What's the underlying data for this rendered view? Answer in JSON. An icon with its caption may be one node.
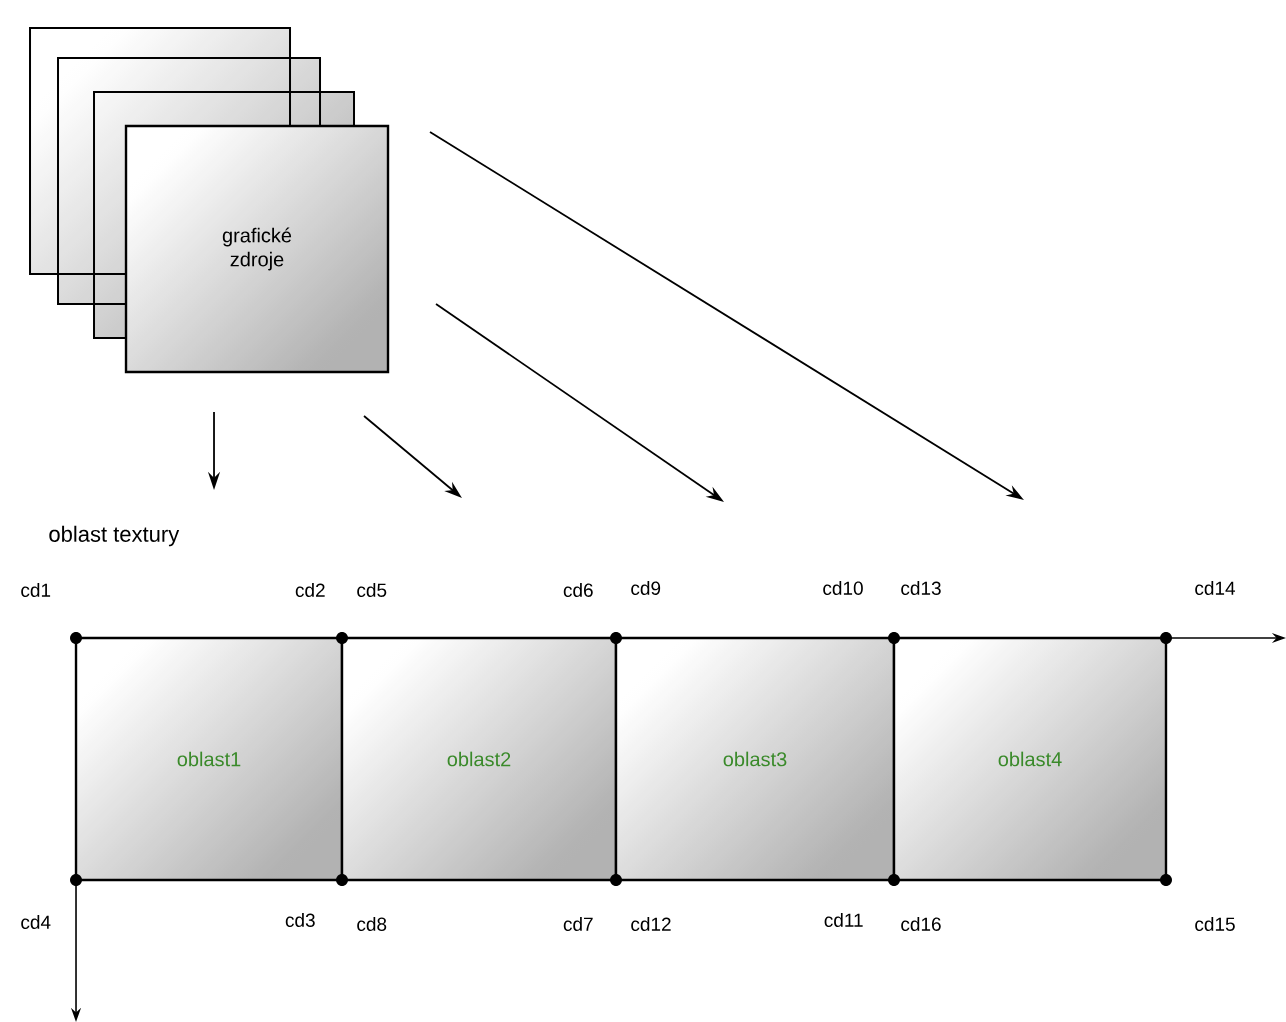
{
  "diagram": {
    "nodes": [
      {
        "text": [
          "grafické zdroje"
        ]
      },
      {
        "text": [
          "oblast1"
        ]
      },
      {
        "text": [
          "oblast2"
        ]
      },
      {
        "text": [
          "oblast3"
        ]
      },
      {
        "text": [
          "oblast4"
        ]
      }
    ],
    "labels": [
      "oblast textury",
      "cd1",
      "cd2",
      "cd5",
      "cd6",
      "cd9",
      "cd10",
      "cd13",
      "cd14",
      "cd4",
      "cd3",
      "cd8",
      "cd7",
      "cd12",
      "cd11",
      "cd16",
      "cd15"
    ]
  }
}
